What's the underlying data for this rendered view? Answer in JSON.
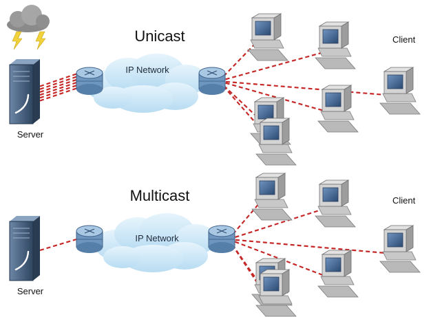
{
  "panels": [
    {
      "id": "unicast",
      "title": "Unicast",
      "network_label": "IP Network",
      "server_label": "Server",
      "client_label": "Client",
      "client_count": 6,
      "server_has_storm_cloud": true,
      "streams_per_link": 6
    },
    {
      "id": "multicast",
      "title": "Multicast",
      "network_label": "IP Network",
      "server_label": "Server",
      "client_label": "Client",
      "client_count": 6,
      "server_has_storm_cloud": false,
      "streams_per_link": 1
    }
  ],
  "colors": {
    "stream": "#c62828",
    "cloud_fill": "#cfe8f7",
    "router_top": "#a9c8e3",
    "router_side": "#6d95bd",
    "server_front": "#3d5570",
    "monitor_screen": "#3b5f8a",
    "computer_body": "#d4d4d4"
  },
  "icons": [
    "storm-cloud-icon",
    "lightning-icon",
    "server-icon",
    "router-icon",
    "network-cloud-icon",
    "computer-icon"
  ]
}
